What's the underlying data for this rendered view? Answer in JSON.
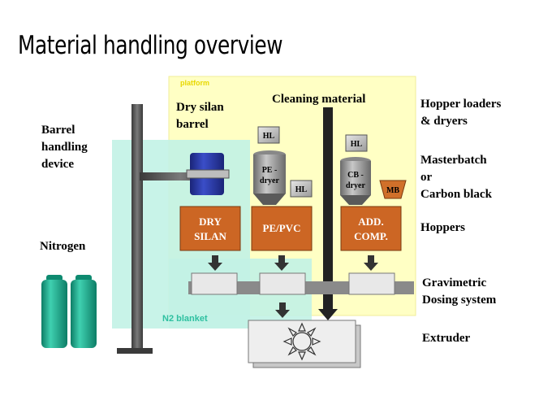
{
  "title": "Material handling overview",
  "labels": {
    "platform": "platform",
    "dry_silan_barrel": [
      "Dry silan",
      "barrel"
    ],
    "cleaning_material": "Cleaning material",
    "barrel_handling_device": [
      "Barrel",
      "handling",
      "device"
    ],
    "nitrogen": "Nitrogen",
    "n2_blanket": "N2 blanket",
    "hopper_loaders": [
      "Hopper loaders",
      "& dryers"
    ],
    "masterbatch": [
      "Masterbatch",
      "or",
      "Carbon black"
    ],
    "hoppers": "Hoppers",
    "gravimetric": [
      "Gravimetric",
      "Dosing system"
    ],
    "extruder": "Extruder"
  },
  "devices": {
    "hl": "HL",
    "pe_dryer": [
      "PE -",
      "dryer"
    ],
    "cb_dryer": [
      "CB -",
      "dryer"
    ],
    "mb": "MB"
  },
  "hoppers": [
    [
      "DRY",
      "SILAN"
    ],
    [
      "PE/PVC"
    ],
    [
      "ADD.",
      "COMP."
    ]
  ],
  "colors": {
    "platform_fill": "#ffffc4",
    "n2_fill": "#c2f2e6",
    "hopper_fill": "#cc6624",
    "pole": "#4a4a4a",
    "barrel": "#2a3a9a",
    "cylinder": "#1aa68a",
    "mb_fill": "#d0702a"
  }
}
